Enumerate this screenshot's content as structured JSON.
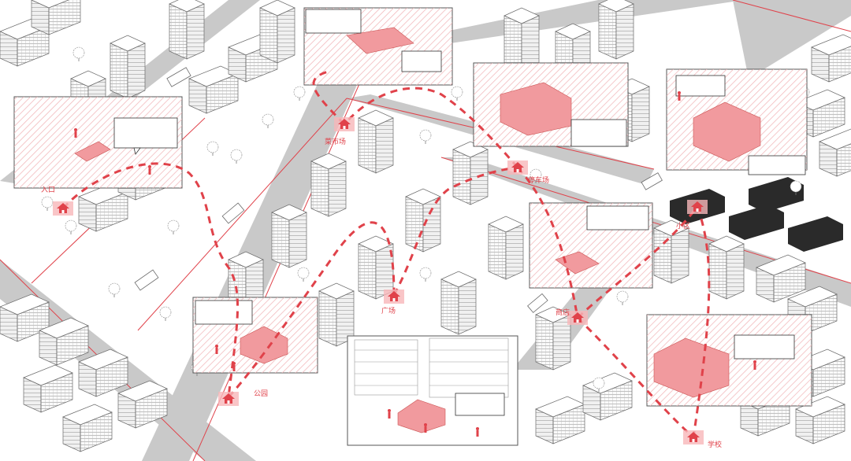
{
  "map": {
    "accent_color": "#e0424a",
    "road_color": "#c8c8c8",
    "route_color": "#e0424a",
    "poi_icon": "house-icon",
    "stops": [
      {
        "id": "stop-1",
        "label": "入口"
      },
      {
        "id": "stop-2",
        "label": "菜市场"
      },
      {
        "id": "stop-3",
        "label": "停车场"
      },
      {
        "id": "stop-4",
        "label": "小区"
      },
      {
        "id": "stop-5",
        "label": "广场"
      },
      {
        "id": "stop-6",
        "label": "公园"
      },
      {
        "id": "stop-7",
        "label": "商店"
      },
      {
        "id": "stop-8",
        "label": "学校"
      }
    ],
    "callouts": [
      {
        "id": "callout-1",
        "text": ""
      },
      {
        "id": "callout-2",
        "text": ""
      },
      {
        "id": "callout-3",
        "text": ""
      },
      {
        "id": "callout-4",
        "text": ""
      },
      {
        "id": "callout-5",
        "text": ""
      },
      {
        "id": "callout-6",
        "text": ""
      },
      {
        "id": "callout-7",
        "text": ""
      },
      {
        "id": "callout-8",
        "text": ""
      },
      {
        "id": "callout-9",
        "text": ""
      }
    ]
  }
}
